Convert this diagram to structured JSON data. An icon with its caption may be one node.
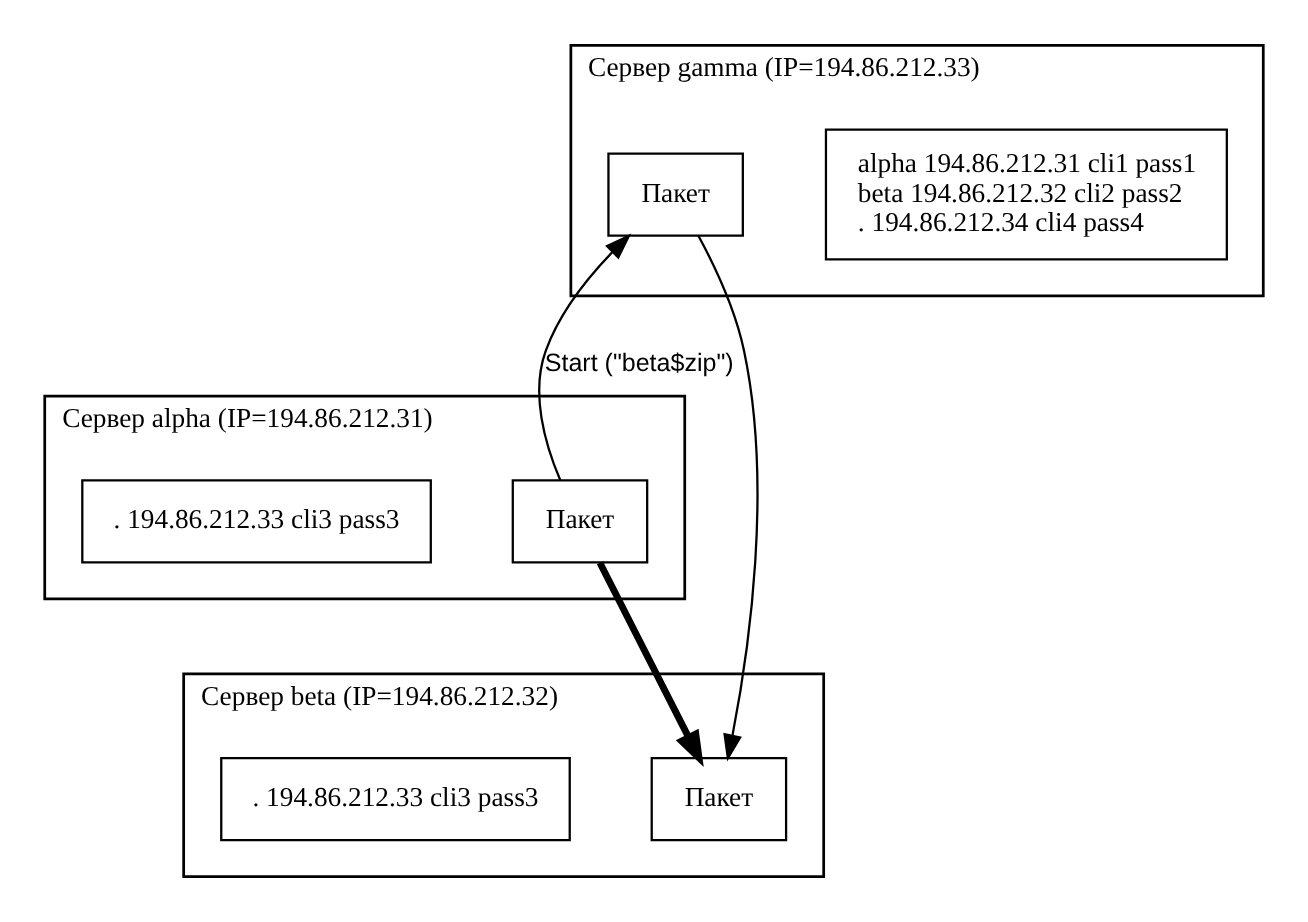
{
  "diagram": {
    "nodes": [
      {
        "text": [
          "Сервер gamma (IP=194.86.212.33)"
        ]
      },
      {
        "text": [
          "alpha 194.86.212.31 cli1 pass1",
          "beta 194.86.212.32 cli2 pass2",
          ". 194.86.212.34 cli4 pass4"
        ],
        "in": 0
      },
      {
        "text": [
          "Пакет"
        ],
        "in": 0
      },
      {
        "text": [
          "Сервер alpha (IP=194.86.212.31)"
        ]
      },
      {
        "text": [
          "Пакет"
        ],
        "in": 3
      },
      {
        "text": [
          ". 194.86.212.33 cli3 pass3"
        ],
        "in": 3
      },
      {
        "text": [
          "Сервер beta (IP=194.86.212.32)"
        ]
      },
      {
        "text": [
          "Пакет"
        ],
        "in": 6
      },
      {
        "text": [
          ". 194.86.212.33 cli3 pass3"
        ],
        "in": 6
      }
    ],
    "edges": [
      {
        "from": 4,
        "to": 2,
        "arrow": "to",
        "label": "Start (\"beta$zip\")"
      },
      {
        "from": 2,
        "to": 7,
        "arrow": "to"
      },
      {
        "from": 4,
        "to": 7,
        "arrow": "to",
        "style": "thick"
      }
    ]
  }
}
